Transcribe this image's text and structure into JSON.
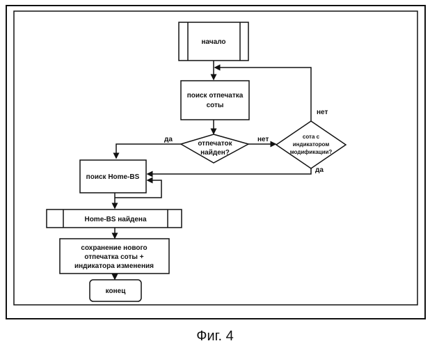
{
  "diagram": {
    "nodes": {
      "start": "начало",
      "search_fingerprint": [
        "поиск отпечатка",
        "соты"
      ],
      "fingerprint_found": [
        "отпечаток",
        "найден?"
      ],
      "cell_modified": [
        "сота с",
        "индикатором",
        "модификации?"
      ],
      "search_home_bs": "поиск Home-BS",
      "home_bs_found": "Home-BS найдена",
      "save": [
        "сохранение нового",
        "отпечатка соты +",
        "индикатора изменения"
      ],
      "end": "конец"
    },
    "edges": {
      "found_yes": "да",
      "found_no": "нет",
      "modified_no": "нет",
      "modified_yes": "да"
    }
  },
  "caption": "Фиг. 4"
}
